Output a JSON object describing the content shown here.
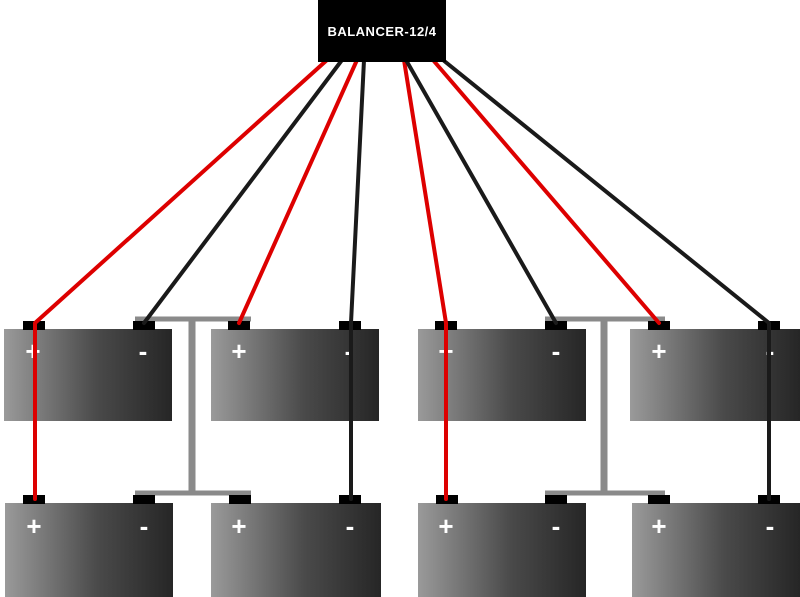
{
  "balancer": {
    "label": "BALANCER-12/4"
  },
  "terminal_labels": {
    "positive": "+",
    "negative": "-"
  },
  "colors": {
    "balancer_fill": "#000000",
    "positive_wire": "#dd0000",
    "negative_wire": "#1a1a1a",
    "bus_bar": "#8a8a8a",
    "terminal": "#000000",
    "battery_light": "#9a9a9a",
    "battery_dark": "#2a2a2a"
  },
  "batteries": [
    {
      "id": "battery-top-1",
      "row": "top",
      "col": 1
    },
    {
      "id": "battery-top-2",
      "row": "top",
      "col": 2
    },
    {
      "id": "battery-top-3",
      "row": "top",
      "col": 3
    },
    {
      "id": "battery-top-4",
      "row": "top",
      "col": 4
    },
    {
      "id": "battery-bottom-1",
      "row": "bottom",
      "col": 1
    },
    {
      "id": "battery-bottom-2",
      "row": "bottom",
      "col": 2
    },
    {
      "id": "battery-bottom-3",
      "row": "bottom",
      "col": 3
    },
    {
      "id": "battery-bottom-4",
      "row": "bottom",
      "col": 4
    }
  ]
}
